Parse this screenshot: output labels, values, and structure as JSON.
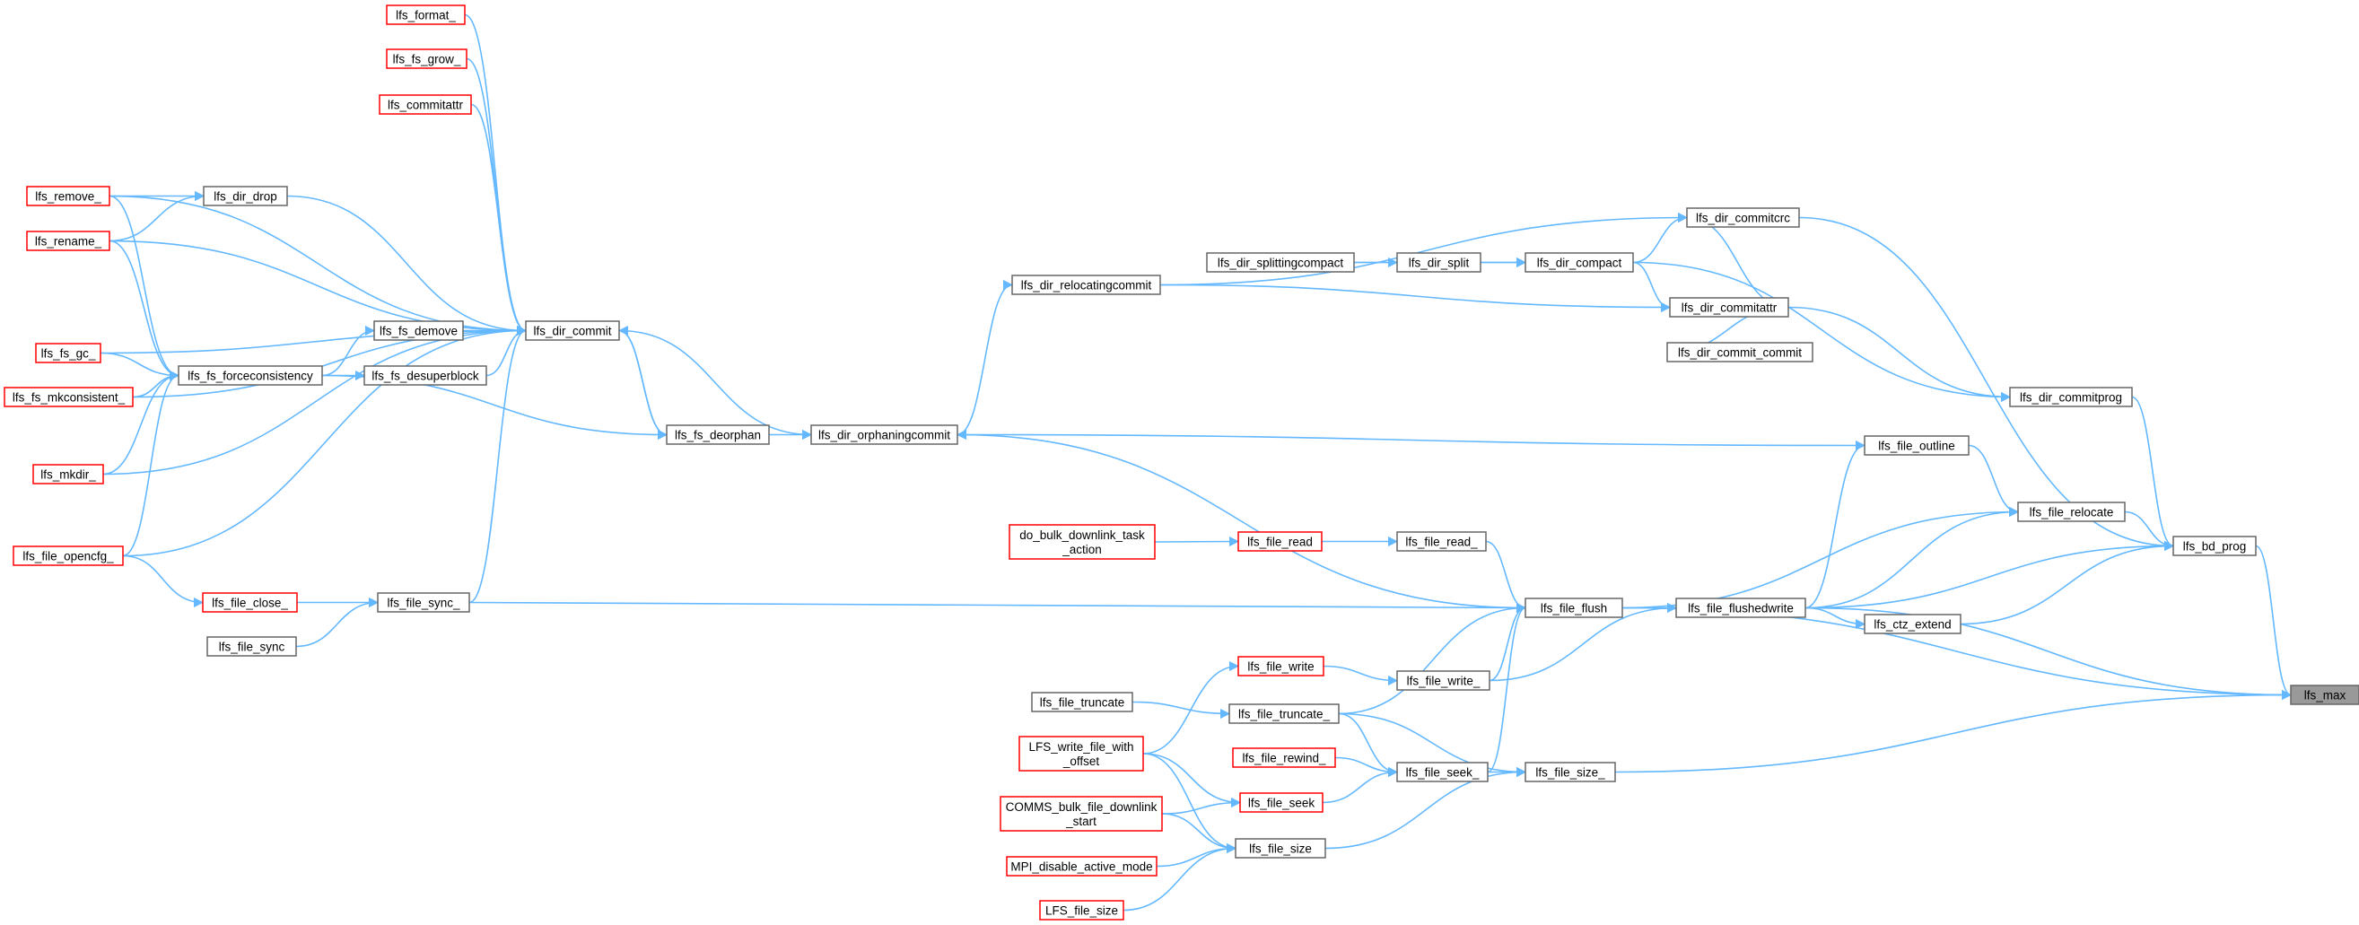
{
  "colors": {
    "edge": "#63b8ff",
    "normal_border": "#666666",
    "red_border": "#ff0000",
    "target_fill": "#999999",
    "background": "#ffffff"
  },
  "nodes": [
    {
      "id": "lfs_format_",
      "label": "lfs_format_",
      "style": "red"
    },
    {
      "id": "lfs_fs_grow_",
      "label": "lfs_fs_grow_",
      "style": "red"
    },
    {
      "id": "lfs_commitattr",
      "label": "lfs_commitattr",
      "style": "red"
    },
    {
      "id": "lfs_remove_",
      "label": "lfs_remove_",
      "style": "red"
    },
    {
      "id": "lfs_rename_",
      "label": "lfs_rename_",
      "style": "red"
    },
    {
      "id": "lfs_fs_gc_",
      "label": "lfs_fs_gc_",
      "style": "red"
    },
    {
      "id": "lfs_fs_mkconsistent_",
      "label": "lfs_fs_mkconsistent_",
      "style": "red"
    },
    {
      "id": "lfs_mkdir_",
      "label": "lfs_mkdir_",
      "style": "red"
    },
    {
      "id": "lfs_file_opencfg_",
      "label": "lfs_file_opencfg_",
      "style": "red"
    },
    {
      "id": "lfs_file_close_",
      "label": "lfs_file_close_",
      "style": "red"
    },
    {
      "id": "lfs_file_sync",
      "label": "lfs_file_sync",
      "style": "normal"
    },
    {
      "id": "lfs_dir_drop",
      "label": "lfs_dir_drop",
      "style": "normal"
    },
    {
      "id": "lfs_fs_forceconsistency",
      "label": "lfs_fs_forceconsistency",
      "style": "normal"
    },
    {
      "id": "lfs_fs_demove",
      "label": "lfs_fs_demove",
      "style": "normal"
    },
    {
      "id": "lfs_fs_desuperblock",
      "label": "lfs_fs_desuperblock",
      "style": "normal"
    },
    {
      "id": "lfs_file_sync_",
      "label": "lfs_file_sync_",
      "style": "normal"
    },
    {
      "id": "lfs_dir_commit",
      "label": "lfs_dir_commit",
      "style": "normal"
    },
    {
      "id": "lfs_fs_deorphan",
      "label": "lfs_fs_deorphan",
      "style": "normal"
    },
    {
      "id": "lfs_dir_orphaningcommit",
      "label": "lfs_dir_orphaningcommit",
      "style": "normal"
    },
    {
      "id": "lfs_dir_relocatingcommit",
      "label": "lfs_dir_relocatingcommit",
      "style": "normal"
    },
    {
      "id": "lfs_dir_splittingcompact",
      "label": "lfs_dir_splittingcompact",
      "style": "normal"
    },
    {
      "id": "lfs_dir_split",
      "label": "lfs_dir_split",
      "style": "normal"
    },
    {
      "id": "lfs_dir_compact",
      "label": "lfs_dir_compact",
      "style": "normal"
    },
    {
      "id": "lfs_dir_commitcrc",
      "label": "lfs_dir_commitcrc",
      "style": "normal"
    },
    {
      "id": "lfs_dir_commitattr",
      "label": "lfs_dir_commitattr",
      "style": "normal"
    },
    {
      "id": "lfs_dir_commit_commit",
      "label": "lfs_dir_commit_commit",
      "style": "normal"
    },
    {
      "id": "lfs_dir_commitprog",
      "label": "lfs_dir_commitprog",
      "style": "normal"
    },
    {
      "id": "lfs_file_outline",
      "label": "lfs_file_outline",
      "style": "normal"
    },
    {
      "id": "lfs_file_relocate",
      "label": "lfs_file_relocate",
      "style": "normal"
    },
    {
      "id": "lfs_bd_prog",
      "label": "lfs_bd_prog",
      "style": "normal"
    },
    {
      "id": "do_bulk_downlink_task_action",
      "label": "do_bulk_downlink_task\n_action",
      "style": "red"
    },
    {
      "id": "lfs_file_read",
      "label": "lfs_file_read",
      "style": "red"
    },
    {
      "id": "lfs_file_read_",
      "label": "lfs_file_read_",
      "style": "normal"
    },
    {
      "id": "lfs_file_flush",
      "label": "lfs_file_flush",
      "style": "normal"
    },
    {
      "id": "lfs_file_flushedwrite",
      "label": "lfs_file_flushedwrite",
      "style": "normal"
    },
    {
      "id": "lfs_ctz_extend",
      "label": "lfs_ctz_extend",
      "style": "normal"
    },
    {
      "id": "lfs_max",
      "label": "lfs_max",
      "style": "target"
    },
    {
      "id": "lfs_file_write",
      "label": "lfs_file_write",
      "style": "red"
    },
    {
      "id": "lfs_file_write_",
      "label": "lfs_file_write_",
      "style": "normal"
    },
    {
      "id": "lfs_file_truncate",
      "label": "lfs_file_truncate",
      "style": "normal"
    },
    {
      "id": "lfs_file_truncate_",
      "label": "lfs_file_truncate_",
      "style": "normal"
    },
    {
      "id": "LFS_write_file_with_offset",
      "label": "LFS_write_file_with\n_offset",
      "style": "red"
    },
    {
      "id": "lfs_file_rewind_",
      "label": "lfs_file_rewind_",
      "style": "red"
    },
    {
      "id": "lfs_file_seek_",
      "label": "lfs_file_seek_",
      "style": "normal"
    },
    {
      "id": "lfs_file_size_",
      "label": "lfs_file_size_",
      "style": "normal"
    },
    {
      "id": "lfs_file_seek",
      "label": "lfs_file_seek",
      "style": "red"
    },
    {
      "id": "COMMS_bulk_file_downlink_start",
      "label": "COMMS_bulk_file_downlink\n_start",
      "style": "red"
    },
    {
      "id": "MPI_disable_active_mode",
      "label": "MPI_disable_active_mode",
      "style": "red"
    },
    {
      "id": "lfs_file_size",
      "label": "lfs_file_size",
      "style": "normal"
    },
    {
      "id": "LFS_file_size",
      "label": "LFS_file_size",
      "style": "red"
    }
  ],
  "edges": [
    [
      "lfs_format_",
      "lfs_dir_commit"
    ],
    [
      "lfs_fs_grow_",
      "lfs_dir_commit"
    ],
    [
      "lfs_commitattr",
      "lfs_dir_commit"
    ],
    [
      "lfs_remove_",
      "lfs_dir_commit"
    ],
    [
      "lfs_remove_",
      "lfs_dir_drop"
    ],
    [
      "lfs_remove_",
      "lfs_fs_forceconsistency"
    ],
    [
      "lfs_rename_",
      "lfs_dir_commit"
    ],
    [
      "lfs_rename_",
      "lfs_dir_drop"
    ],
    [
      "lfs_rename_",
      "lfs_fs_forceconsistency"
    ],
    [
      "lfs_fs_gc_",
      "lfs_dir_commit"
    ],
    [
      "lfs_fs_gc_",
      "lfs_fs_forceconsistency"
    ],
    [
      "lfs_fs_mkconsistent_",
      "lfs_dir_commit"
    ],
    [
      "lfs_fs_mkconsistent_",
      "lfs_fs_forceconsistency"
    ],
    [
      "lfs_mkdir_",
      "lfs_dir_commit"
    ],
    [
      "lfs_mkdir_",
      "lfs_fs_forceconsistency"
    ],
    [
      "lfs_file_opencfg_",
      "lfs_dir_commit"
    ],
    [
      "lfs_file_opencfg_",
      "lfs_fs_forceconsistency"
    ],
    [
      "lfs_file_opencfg_",
      "lfs_file_close_"
    ],
    [
      "lfs_file_close_",
      "lfs_file_sync_"
    ],
    [
      "lfs_file_sync",
      "lfs_file_sync_"
    ],
    [
      "lfs_dir_drop",
      "lfs_dir_commit"
    ],
    [
      "lfs_fs_forceconsistency",
      "lfs_fs_demove"
    ],
    [
      "lfs_fs_forceconsistency",
      "lfs_fs_desuperblock"
    ],
    [
      "lfs_fs_forceconsistency",
      "lfs_fs_deorphan"
    ],
    [
      "lfs_fs_demove",
      "lfs_dir_commit"
    ],
    [
      "lfs_fs_desuperblock",
      "lfs_dir_commit"
    ],
    [
      "lfs_file_sync_",
      "lfs_dir_commit"
    ],
    [
      "lfs_file_sync_",
      "lfs_file_flush"
    ],
    [
      "lfs_dir_commit",
      "lfs_fs_deorphan"
    ],
    [
      "lfs_dir_commit",
      "lfs_dir_orphaningcommit"
    ],
    [
      "lfs_fs_deorphan",
      "lfs_dir_commit"
    ],
    [
      "lfs_fs_deorphan",
      "lfs_dir_orphaningcommit"
    ],
    [
      "lfs_dir_orphaningcommit",
      "lfs_dir_relocatingcommit"
    ],
    [
      "lfs_dir_relocatingcommit",
      "lfs_dir_commitcrc"
    ],
    [
      "lfs_dir_relocatingcommit",
      "lfs_dir_commitattr"
    ],
    [
      "lfs_dir_splittingcompact",
      "lfs_dir_split"
    ],
    [
      "lfs_dir_split",
      "lfs_dir_compact"
    ],
    [
      "lfs_dir_splittingcompact",
      "lfs_dir_compact"
    ],
    [
      "lfs_dir_compact",
      "lfs_dir_commitcrc"
    ],
    [
      "lfs_dir_compact",
      "lfs_dir_commitattr"
    ],
    [
      "lfs_dir_compact",
      "lfs_dir_commitprog"
    ],
    [
      "lfs_dir_commitcrc",
      "lfs_dir_commitattr"
    ],
    [
      "lfs_dir_commitcrc",
      "lfs_bd_prog"
    ],
    [
      "lfs_dir_commit_commit",
      "lfs_dir_commitattr"
    ],
    [
      "lfs_dir_commitattr",
      "lfs_dir_commitprog"
    ],
    [
      "lfs_dir_commitprog",
      "lfs_bd_prog"
    ],
    [
      "lfs_file_outline",
      "lfs_dir_orphaningcommit"
    ],
    [
      "lfs_file_outline",
      "lfs_file_relocate"
    ],
    [
      "lfs_file_relocate",
      "lfs_bd_prog"
    ],
    [
      "do_bulk_downlink_task_action",
      "lfs_file_read"
    ],
    [
      "lfs_file_read",
      "lfs_file_read_"
    ],
    [
      "lfs_file_read_",
      "lfs_file_flush"
    ],
    [
      "lfs_file_flush",
      "lfs_dir_orphaningcommit"
    ],
    [
      "lfs_file_flush",
      "lfs_file_relocate"
    ],
    [
      "lfs_file_flush",
      "lfs_file_flushedwrite"
    ],
    [
      "lfs_file_flush",
      "lfs_max"
    ],
    [
      "lfs_file_flushedwrite",
      "lfs_file_outline"
    ],
    [
      "lfs_file_flushedwrite",
      "lfs_file_relocate"
    ],
    [
      "lfs_file_flushedwrite",
      "lfs_bd_prog"
    ],
    [
      "lfs_file_flushedwrite",
      "lfs_ctz_extend"
    ],
    [
      "lfs_file_flushedwrite",
      "lfs_max"
    ],
    [
      "lfs_ctz_extend",
      "lfs_bd_prog"
    ],
    [
      "lfs_bd_prog",
      "lfs_max"
    ],
    [
      "lfs_file_write",
      "lfs_file_write_"
    ],
    [
      "lfs_file_write_",
      "lfs_file_flush"
    ],
    [
      "lfs_file_write_",
      "lfs_file_flushedwrite"
    ],
    [
      "lfs_file_truncate",
      "lfs_file_truncate_"
    ],
    [
      "lfs_file_truncate_",
      "lfs_file_flush"
    ],
    [
      "lfs_file_truncate_",
      "lfs_file_seek_"
    ],
    [
      "lfs_file_truncate_",
      "lfs_file_size_"
    ],
    [
      "LFS_write_file_with_offset",
      "lfs_file_write"
    ],
    [
      "LFS_write_file_with_offset",
      "lfs_file_seek"
    ],
    [
      "LFS_write_file_with_offset",
      "lfs_file_size"
    ],
    [
      "lfs_file_rewind_",
      "lfs_file_seek_"
    ],
    [
      "lfs_file_seek_",
      "lfs_file_flush"
    ],
    [
      "lfs_file_seek_",
      "lfs_file_size_"
    ],
    [
      "lfs_file_seek",
      "lfs_file_seek_"
    ],
    [
      "COMMS_bulk_file_downlink_start",
      "lfs_file_seek"
    ],
    [
      "COMMS_bulk_file_downlink_start",
      "lfs_file_size"
    ],
    [
      "MPI_disable_active_mode",
      "lfs_file_size"
    ],
    [
      "LFS_file_size",
      "lfs_file_size"
    ],
    [
      "lfs_file_size",
      "lfs_file_size_"
    ],
    [
      "lfs_file_size_",
      "lfs_max"
    ]
  ]
}
